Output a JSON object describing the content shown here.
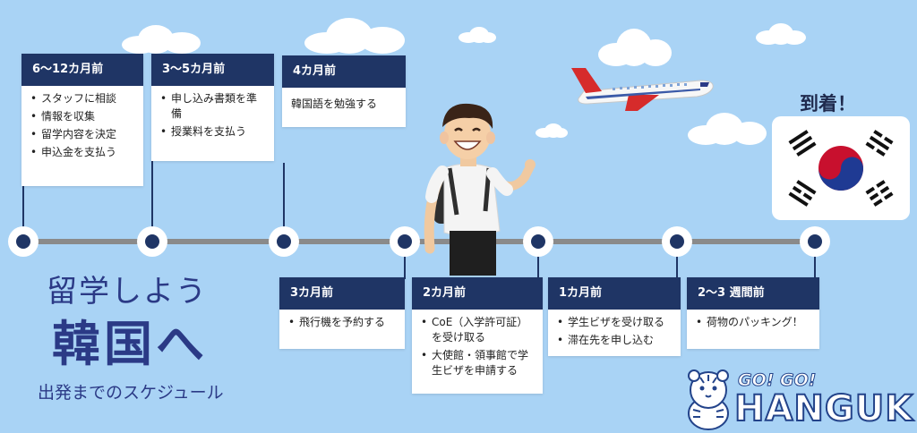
{
  "title": {
    "line1": "留学しよう",
    "line2": "韓国へ",
    "line3": "出発までのスケジュール"
  },
  "timeline_top": [
    {
      "period": "6〜12カ月前",
      "items": [
        "スタッフに相談",
        "情報を収集",
        "留学内容を決定",
        "申込金を支払う"
      ]
    },
    {
      "period": "3〜5カ月前",
      "items": [
        "申し込み書類を準備",
        "授業料を支払う"
      ]
    },
    {
      "period": "4カ月前",
      "text": "韓国語を勉強する"
    }
  ],
  "timeline_bottom": [
    {
      "period": "3カ月前",
      "items": [
        "飛行機を予約する"
      ]
    },
    {
      "period": "2カ月前",
      "items": [
        "CoE（入学許可証）を受け取る",
        "大使館・領事館で学生ビザを申請する"
      ]
    },
    {
      "period": "1カ月前",
      "items": [
        "学生ビザを受け取る",
        "滞在先を申し込む"
      ]
    },
    {
      "period": "2〜3 週間前",
      "items": [
        "荷物のパッキング！"
      ]
    }
  ],
  "arrival": {
    "label": "到着！"
  },
  "brand": {
    "line1": "GO! GO!",
    "line2": "HANGUK"
  },
  "icons": [
    "airplane-icon",
    "korean-flag-icon",
    "student-illustration",
    "tiger-mascot-icon",
    "cloud-icon"
  ],
  "colors": {
    "background": "#a9d3f5",
    "navy": "#1f3565",
    "title": "#2b3a86",
    "line": "#8a8a8a"
  }
}
